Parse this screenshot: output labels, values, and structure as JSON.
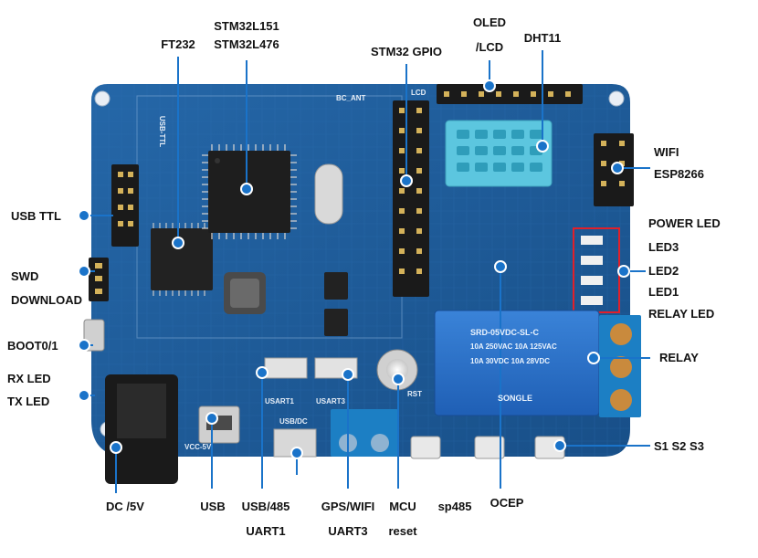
{
  "colors": {
    "pcb": "#1d5f9e",
    "pcb_dark": "#123f6e",
    "callout_line": "#1a73c9",
    "callout_dot": "#1a73c9",
    "label_text": "#111111",
    "highlight_box": "#e0202a",
    "terminal": "#1c7fc4",
    "relay": "#2a6fc9"
  },
  "labels": {
    "stm32_line1": "STM32L151",
    "stm32_line2": "STM32L476",
    "ft232": "FT232",
    "stm32_gpio": "STM32 GPIO",
    "oled_line1": "OLED",
    "oled_line2": "/LCD",
    "dht11": "DHT11",
    "wifi_line1": "WIFI",
    "wifi_line2": "ESP8266",
    "power_led": "POWER LED",
    "led3": "LED3",
    "led2": "LED2",
    "led1": "LED1",
    "relay_led": "RELAY LED",
    "relay": "RELAY",
    "s1_s2_s3": "S1 S2 S3",
    "usb_ttl": "USB TTL",
    "swd": "SWD",
    "download": "DOWNLOAD",
    "boot": "BOOT0/1",
    "rx_led": "RX LED",
    "tx_led": "TX LED",
    "dc_5v": "DC /5V",
    "usb": "USB",
    "usb_485": "USB/485",
    "uart1": "UART1",
    "gps_wifi": "GPS/WIFI",
    "uart3": "UART3",
    "mcu": "MCU",
    "reset": "reset",
    "sp485": "sp485",
    "ocep": "OCEP"
  },
  "board_print": {
    "usb_ttl": "USB-TTL",
    "lcd": "LCD",
    "srd_line1": "SRD-05VDC-SL-C",
    "srd_line2": "10A 250VAC 10A 125VAC",
    "srd_line3": "10A 30VDC 10A 28VDC",
    "songle": "SONGLE",
    "rst": "RST",
    "usb_dc": "USB/DC",
    "vcc_5v": "VCC-5V",
    "usart1": "USART1",
    "usart3": "USART3",
    "bc_ant": "BC_ANT"
  }
}
